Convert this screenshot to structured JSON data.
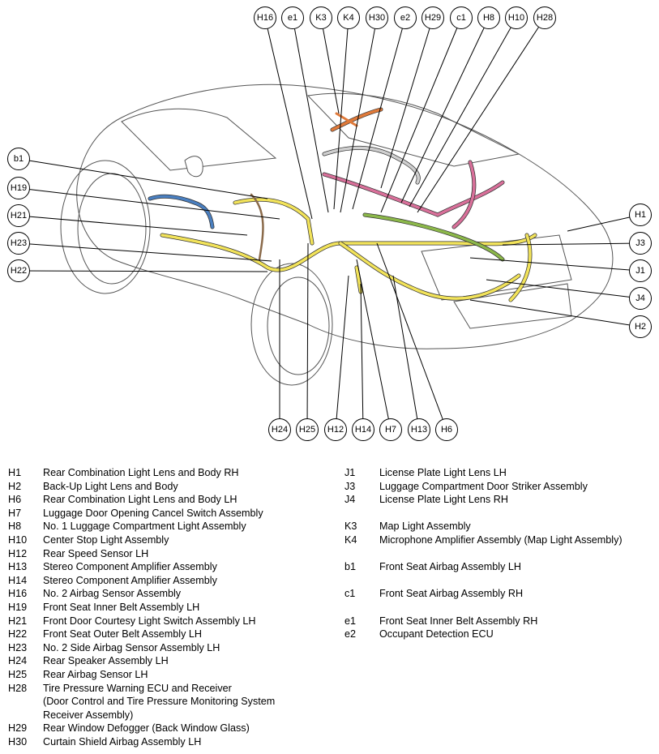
{
  "callouts": {
    "H16": "H16",
    "e1": "e1",
    "K3": "K3",
    "K4": "K4",
    "H30": "H30",
    "e2": "e2",
    "H29": "H29",
    "c1": "c1",
    "H8": "H8",
    "H10": "H10",
    "H28": "H28",
    "b1": "b1",
    "H19": "H19",
    "H21": "H21",
    "H23": "H23",
    "H22": "H22",
    "H1": "H1",
    "J3": "J3",
    "J1": "J1",
    "J4": "J4",
    "H2": "H2",
    "H24": "H24",
    "H25": "H25",
    "H12": "H12",
    "H14": "H14",
    "H7": "H7",
    "H13": "H13",
    "H6": "H6"
  },
  "legend_left": [
    {
      "code": "H1",
      "desc": "Rear Combination Light Lens and Body RH"
    },
    {
      "code": "H2",
      "desc": "Back-Up Light Lens and Body"
    },
    {
      "code": "H6",
      "desc": "Rear Combination Light Lens and Body LH"
    },
    {
      "code": "H7",
      "desc": "Luggage Door Opening Cancel Switch Assembly"
    },
    {
      "code": "H8",
      "desc": "No. 1 Luggage Compartment Light Assembly"
    },
    {
      "code": "H10",
      "desc": "Center Stop Light Assembly"
    },
    {
      "code": "H12",
      "desc": "Rear Speed Sensor LH"
    },
    {
      "code": "H13",
      "desc": "Stereo Component Amplifier Assembly"
    },
    {
      "code": "H14",
      "desc": "Stereo Component Amplifier Assembly"
    },
    {
      "code": "H16",
      "desc": "No. 2 Airbag Sensor Assembly"
    },
    {
      "code": "H19",
      "desc": "Front Seat Inner Belt Assembly LH"
    },
    {
      "code": "H21",
      "desc": "Front Door Courtesy Light Switch Assembly LH"
    },
    {
      "code": "H22",
      "desc": "Front Seat Outer Belt Assembly LH"
    },
    {
      "code": "H23",
      "desc": "No. 2 Side Airbag Sensor Assembly LH"
    },
    {
      "code": "H24",
      "desc": "Rear Speaker Assembly LH"
    },
    {
      "code": "H25",
      "desc": "Rear Airbag Sensor LH"
    },
    {
      "code": "H28",
      "desc": "Tire Pressure Warning ECU and Receiver\n(Door Control and Tire Pressure Monitoring System\nReceiver Assembly)"
    },
    {
      "code": "H29",
      "desc": "Rear Window Defogger (Back Window Glass)"
    },
    {
      "code": "H30",
      "desc": "Curtain Shield Airbag Assembly LH"
    }
  ],
  "legend_right": [
    {
      "code": "J1",
      "desc": "License Plate Light Lens LH"
    },
    {
      "code": "J3",
      "desc": "Luggage Compartment Door Striker Assembly"
    },
    {
      "code": "J4",
      "desc": "License Plate Light Lens RH"
    },
    {
      "code": "",
      "desc": ""
    },
    {
      "code": "K3",
      "desc": "Map Light Assembly"
    },
    {
      "code": "K4",
      "desc": "Microphone Amplifier Assembly (Map Light Assembly)"
    },
    {
      "code": "",
      "desc": ""
    },
    {
      "code": "b1",
      "desc": "Front Seat Airbag Assembly LH"
    },
    {
      "code": "",
      "desc": ""
    },
    {
      "code": "c1",
      "desc": "Front Seat Airbag Assembly RH"
    },
    {
      "code": "",
      "desc": ""
    },
    {
      "code": "e1",
      "desc": "Front Seat Inner Belt Assembly RH"
    },
    {
      "code": "e2",
      "desc": "Occupant Detection ECU"
    }
  ],
  "colors": {
    "harness_yellow": "#f2e35a",
    "harness_pink": "#d9709a",
    "harness_orange": "#e07a3a",
    "harness_green": "#8cb84a",
    "harness_gray": "#cfcfcf",
    "harness_blue": "#4a7fc0",
    "outline": "#555555"
  }
}
